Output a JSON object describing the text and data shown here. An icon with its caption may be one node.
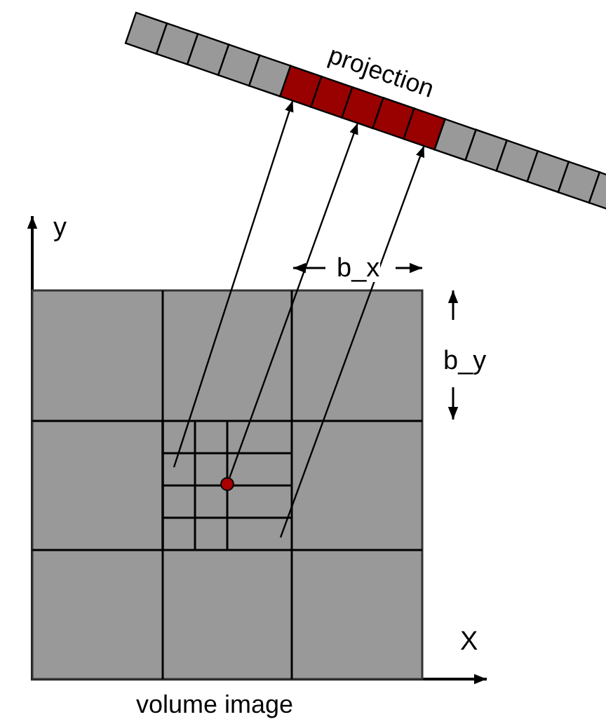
{
  "diagram": {
    "nodes": [
      {
        "text": [
          "projection"
        ]
      },
      {
        "text": [
          "volume image"
        ]
      },
      {
        "text": [],
        "shape": "circle",
        "in": 1
      }
    ],
    "edges": [
      {
        "from": null,
        "to": 0,
        "arrow": "to"
      },
      {
        "from": 2,
        "to": 0,
        "arrow": "to"
      },
      {
        "from": null,
        "to": 0,
        "arrow": "to"
      }
    ],
    "labels": [
      "y",
      "b_x",
      "b_y",
      "X"
    ]
  }
}
